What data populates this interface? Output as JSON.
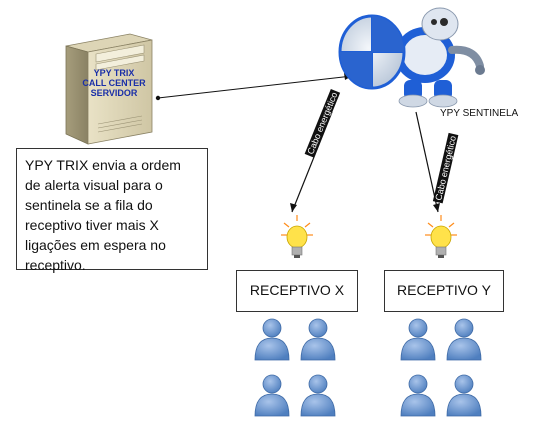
{
  "server": {
    "label_line1": "YPY TRIX",
    "label_line2": "CALL CENTER",
    "label_line3": "SERVIDOR"
  },
  "description": {
    "text": "YPY TRIX envia a ordem de alerta visual para o sentinela se a fila do receptivo tiver mais X ligações em espera no receptivo."
  },
  "sentinel": {
    "label": "YPY SENTINELA"
  },
  "cables": [
    {
      "label": "Cabo energético"
    },
    {
      "label": "Cabo energético"
    }
  ],
  "queues": [
    {
      "label": "RECEPTIVO X"
    },
    {
      "label": "RECEPTIVO Y"
    }
  ],
  "colors": {
    "server_text": "#1a2fa8",
    "agent_blue": "#5b88c4",
    "bulb_yellow": "#ffe24a",
    "robot_blue": "#1f5fd6"
  },
  "icons": [
    "server-icon",
    "robot-icon",
    "lightbulb-icon",
    "agent-person-icon"
  ]
}
